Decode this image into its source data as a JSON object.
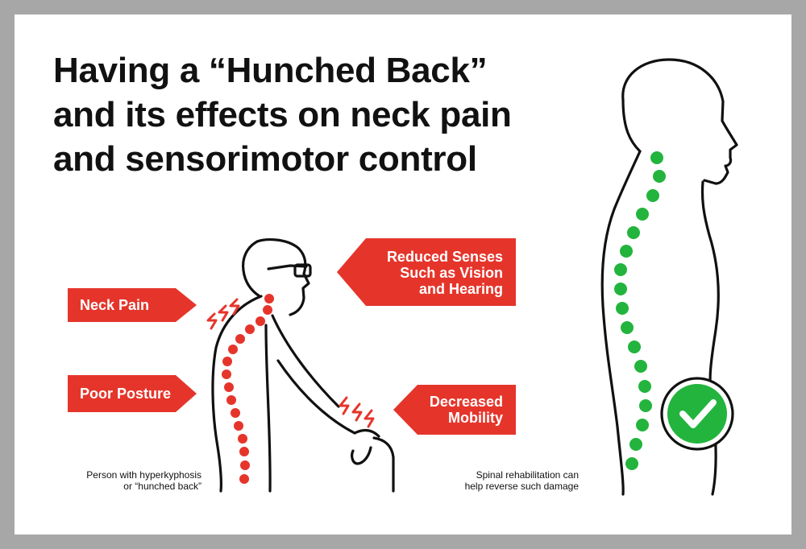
{
  "title": {
    "lines": [
      "Having a “Hunched Back”",
      "and its effects on neck pain",
      "and sensorimotor control"
    ]
  },
  "labels": {
    "neck_pain": "Neck Pain",
    "poor_posture": "Poor Posture",
    "reduced_senses": [
      "Reduced Senses",
      "Such as Vision",
      "and Hearing"
    ],
    "decreased_mobility": [
      "Decreased",
      "Mobility"
    ]
  },
  "captions": {
    "left": [
      "Person with hyperkyphosis",
      "or “hunched back”"
    ],
    "right": [
      "Spinal rehabilitation can",
      "help reverse such damage"
    ]
  },
  "icons": {
    "pain_bolts": "pain-lightning-icon",
    "check": "checkmark-icon"
  },
  "colors": {
    "label_red": "#e5352b",
    "vertebra_red": "#e5352b",
    "vertebra_green": "#23b43d",
    "frame_gray": "#a7a7a7"
  }
}
